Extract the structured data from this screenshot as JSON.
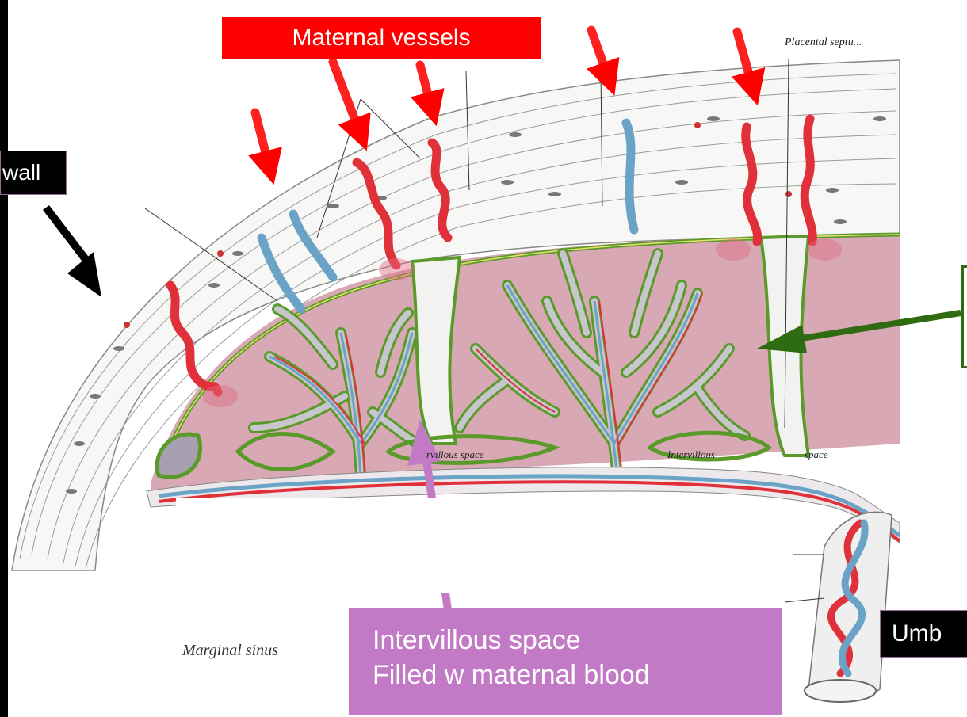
{
  "labels": {
    "maternal_vessels": "Maternal vessels",
    "wall": "wall",
    "intervillous_space_1": "Intervillous space",
    "intervillous_space_2": "Filled w maternal blood",
    "umbilical": "Umb"
  },
  "engraving_text": {
    "marginal_sinus": "Marginal sinus",
    "intervillous_left": "rvillous  space",
    "intervillous_right": "Intervillous",
    "space_right": "space",
    "placental_septum": "Placental septu..."
  },
  "colors": {
    "red_label": "#ff0000",
    "black_label": "#000000",
    "purple_label": "#c27ac6",
    "green_frame": "#2f6b10",
    "maternal_artery": "#e0303a",
    "maternal_vein": "#6aa3c6",
    "villi_outline": "#5a9a2a",
    "intervillous_fill": "#d8a8b4"
  }
}
